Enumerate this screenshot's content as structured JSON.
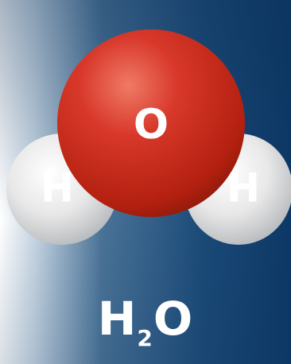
{
  "molecule": {
    "oxygen_label": "O",
    "hydrogen_left_label": "H",
    "hydrogen_right_label": "H",
    "formula_main": "H",
    "formula_subscript": "2",
    "formula_tail": "O"
  },
  "colors": {
    "background_dark": "#0e3f6e",
    "background_light": "#ffffff",
    "oxygen": "#d0301d",
    "hydrogen": "#e6e6e6",
    "label": "#ffffff"
  }
}
